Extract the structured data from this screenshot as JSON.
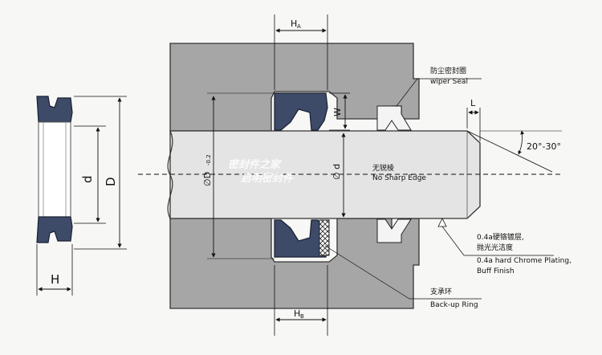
{
  "labels": {
    "ha": "H",
    "ha_sub": "A",
    "hb": "H",
    "hb_sub": "B",
    "w": "W",
    "l": "L",
    "angle": "20°-30°",
    "d_small": "d",
    "D_large": "D",
    "h_left": "H",
    "phi_d": "∅ d",
    "phi_D": "∅D",
    "phi_D_tol": "-0.2"
  },
  "annotations": {
    "wiper_cn": "防尘密封圈",
    "wiper_en": "wiper Seal",
    "no_sharp_cn": "无锐棱",
    "no_sharp_en": "No Sharp Edge",
    "plating_cn_1": "0.4a硬铬镀层,",
    "plating_cn_2": "抛光光洁度",
    "plating_en_1": "0.4a hard Chrome Plating,",
    "plating_en_2": "Buff Finish",
    "backup_cn": "支承环",
    "backup_en": "Back-up Ring"
  },
  "watermark": {
    "line1": "密封件之家",
    "line2": "启明密封件"
  },
  "colors": {
    "housing": "#a6a6a6",
    "rod": "#e4e4e4",
    "seal": "#3d4a68",
    "wiper": "#f4f4f4",
    "background": "#f7f7f5"
  }
}
